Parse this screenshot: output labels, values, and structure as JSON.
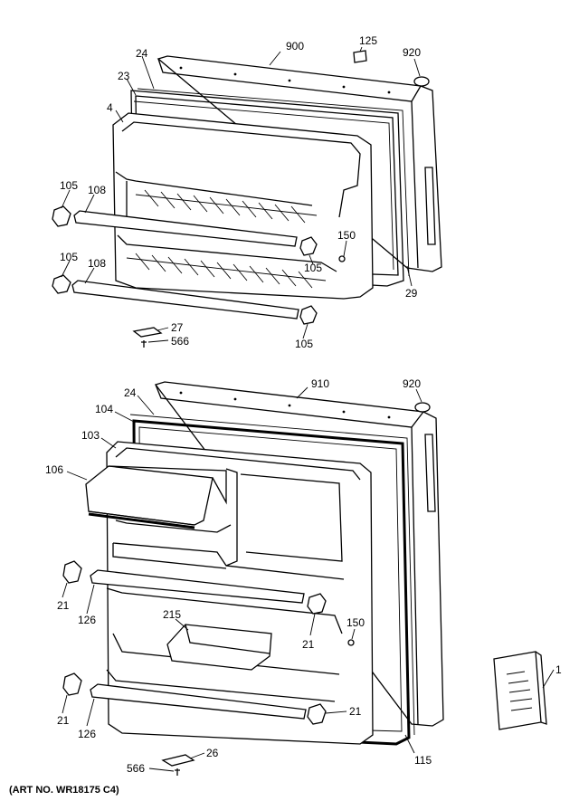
{
  "diagram": {
    "upper_labels": [
      "900",
      "125",
      "920",
      "24",
      "23",
      "4",
      "105",
      "108",
      "150",
      "105",
      "105",
      "108",
      "105",
      "29",
      "27",
      "566"
    ],
    "lower_labels": [
      "910",
      "920",
      "24",
      "104",
      "103",
      "106",
      "21",
      "126",
      "215",
      "150",
      "21",
      "21",
      "126",
      "21",
      "115",
      "1",
      "26",
      "566"
    ],
    "art_number": "(ART NO. WR18175 C4)"
  }
}
